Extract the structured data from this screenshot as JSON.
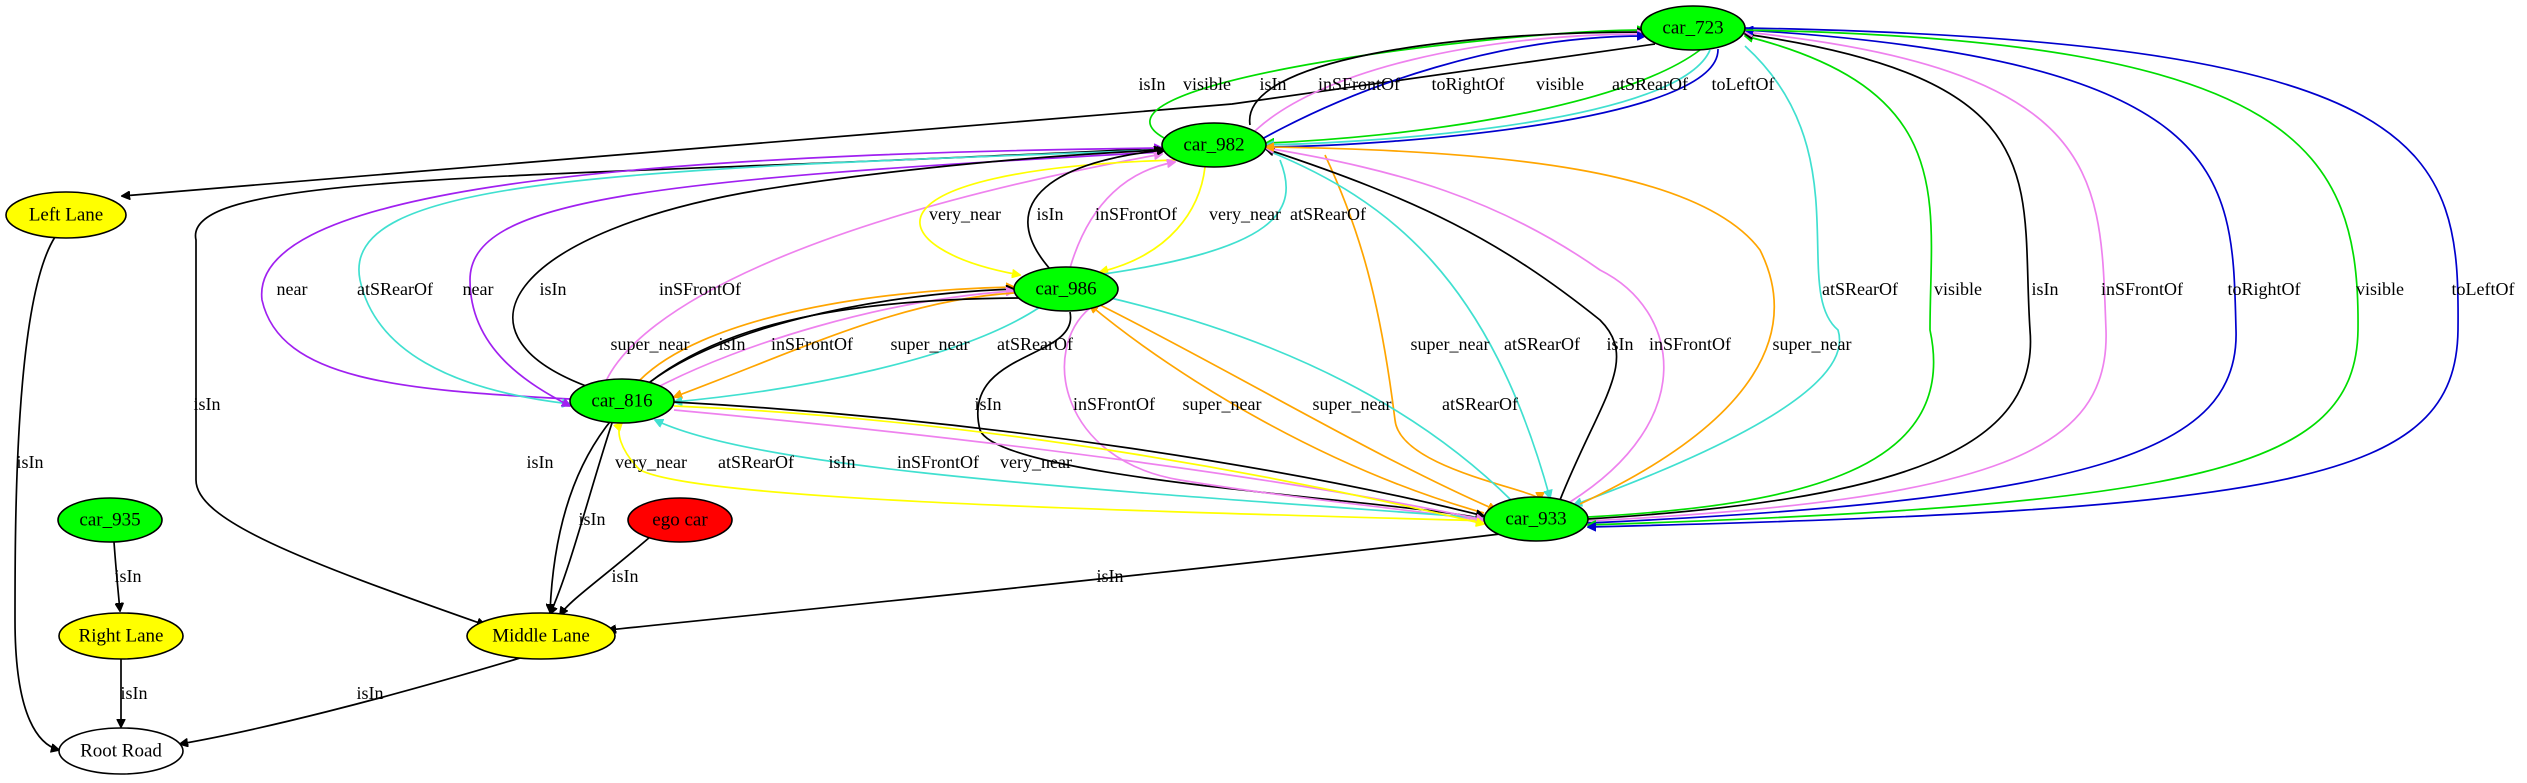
{
  "graph": {
    "nodes": [
      {
        "id": "car_723",
        "label": "car_723",
        "fill": "#00ff00"
      },
      {
        "id": "car_982",
        "label": "car_982",
        "fill": "#00ff00"
      },
      {
        "id": "car_986",
        "label": "car_986",
        "fill": "#00ff00"
      },
      {
        "id": "car_816",
        "label": "car_816",
        "fill": "#00ff00"
      },
      {
        "id": "car_933",
        "label": "car_933",
        "fill": "#00ff00"
      },
      {
        "id": "car_935",
        "label": "car_935",
        "fill": "#00ff00"
      },
      {
        "id": "ego_car",
        "label": "ego car",
        "fill": "#ff0000"
      },
      {
        "id": "left_lane",
        "label": "Left Lane",
        "fill": "#ffff00"
      },
      {
        "id": "middle_lane",
        "label": "Middle Lane",
        "fill": "#ffff00"
      },
      {
        "id": "right_lane",
        "label": "Right Lane",
        "fill": "#ffff00"
      },
      {
        "id": "root_road",
        "label": "Root Road",
        "fill": "#ffffff"
      }
    ],
    "edges": [
      {
        "from": "car_723",
        "to": "left_lane",
        "label": "isIn",
        "color": "#000000"
      },
      {
        "from": "car_982",
        "to": "car_723",
        "label": "visible",
        "color": "#00dd00"
      },
      {
        "from": "car_982",
        "to": "car_723",
        "label": "isIn",
        "color": "#000000"
      },
      {
        "from": "car_982",
        "to": "car_723",
        "label": "inSFrontOf",
        "color": "#ee82ee"
      },
      {
        "from": "car_982",
        "to": "car_723",
        "label": "toRightOf",
        "color": "#0000cd"
      },
      {
        "from": "car_723",
        "to": "car_982",
        "label": "visible",
        "color": "#00dd00"
      },
      {
        "from": "car_723",
        "to": "car_982",
        "label": "atSRearOf",
        "color": "#40e0d0"
      },
      {
        "from": "car_723",
        "to": "car_982",
        "label": "toLeftOf",
        "color": "#0000cd"
      },
      {
        "from": "car_723",
        "to": "car_933",
        "label": "atSRearOf",
        "color": "#40e0d0"
      },
      {
        "from": "car_933",
        "to": "car_723",
        "label": "visible",
        "color": "#00dd00"
      },
      {
        "from": "car_933",
        "to": "car_723",
        "label": "isIn",
        "color": "#000000"
      },
      {
        "from": "car_933",
        "to": "car_723",
        "label": "inSFrontOf",
        "color": "#ee82ee"
      },
      {
        "from": "car_933",
        "to": "car_723",
        "label": "toRightOf",
        "color": "#0000cd"
      },
      {
        "from": "car_723",
        "to": "car_933",
        "label": "visible",
        "color": "#00dd00"
      },
      {
        "from": "car_723",
        "to": "car_933",
        "label": "toLeftOf",
        "color": "#0000cd"
      },
      {
        "from": "car_982",
        "to": "middle_lane",
        "label": "isIn",
        "color": "#000000"
      },
      {
        "from": "car_816",
        "to": "car_982",
        "label": "near",
        "color": "#a020f0"
      },
      {
        "from": "car_982",
        "to": "car_816",
        "label": "atSRearOf",
        "color": "#40e0d0"
      },
      {
        "from": "car_982",
        "to": "car_816",
        "label": "near",
        "color": "#a020f0"
      },
      {
        "from": "car_816",
        "to": "car_982",
        "label": "isIn",
        "color": "#000000"
      },
      {
        "from": "car_816",
        "to": "car_982",
        "label": "inSFrontOf",
        "color": "#ee82ee"
      },
      {
        "from": "car_982",
        "to": "car_986",
        "label": "very_near",
        "color": "#ffff00"
      },
      {
        "from": "car_986",
        "to": "car_982",
        "label": "isIn",
        "color": "#000000"
      },
      {
        "from": "car_986",
        "to": "car_982",
        "label": "inSFrontOf",
        "color": "#ee82ee"
      },
      {
        "from": "car_982",
        "to": "car_986",
        "label": "very_near",
        "color": "#ffff00"
      },
      {
        "from": "car_982",
        "to": "car_986",
        "label": "atSRearOf",
        "color": "#40e0d0"
      },
      {
        "from": "car_982",
        "to": "car_933",
        "label": "super_near",
        "color": "#ffa500"
      },
      {
        "from": "car_982",
        "to": "car_933",
        "label": "atSRearOf",
        "color": "#40e0d0"
      },
      {
        "from": "car_933",
        "to": "car_982",
        "label": "isIn",
        "color": "#000000"
      },
      {
        "from": "car_933",
        "to": "car_982",
        "label": "inSFrontOf",
        "color": "#ee82ee"
      },
      {
        "from": "car_933",
        "to": "car_982",
        "label": "super_near",
        "color": "#ffa500"
      },
      {
        "from": "car_816",
        "to": "car_986",
        "label": "super_near",
        "color": "#ffa500"
      },
      {
        "from": "car_816",
        "to": "car_986",
        "label": "isIn",
        "color": "#000000"
      },
      {
        "from": "car_816",
        "to": "car_986",
        "label": "inSFrontOf",
        "color": "#ee82ee"
      },
      {
        "from": "car_986",
        "to": "car_816",
        "label": "super_near",
        "color": "#ffa500"
      },
      {
        "from": "car_986",
        "to": "car_816",
        "label": "atSRearOf",
        "color": "#40e0d0"
      },
      {
        "from": "car_986",
        "to": "middle_lane",
        "label": "isIn",
        "color": "#000000"
      },
      {
        "from": "car_986",
        "to": "car_933",
        "label": "isIn",
        "color": "#000000"
      },
      {
        "from": "car_986",
        "to": "car_933",
        "label": "inSFrontOf",
        "color": "#ee82ee"
      },
      {
        "from": "car_933",
        "to": "car_986",
        "label": "super_near",
        "color": "#ffa500"
      },
      {
        "from": "car_986",
        "to": "car_933",
        "label": "super_near",
        "color": "#ffa500"
      },
      {
        "from": "car_933",
        "to": "car_986",
        "label": "atSRearOf",
        "color": "#40e0d0"
      },
      {
        "from": "car_933",
        "to": "car_816",
        "label": "very_near",
        "color": "#ffff00"
      },
      {
        "from": "car_933",
        "to": "car_816",
        "label": "atSRearOf",
        "color": "#40e0d0"
      },
      {
        "from": "car_816",
        "to": "car_933",
        "label": "isIn",
        "color": "#000000"
      },
      {
        "from": "car_816",
        "to": "car_933",
        "label": "inSFrontOf",
        "color": "#ee82ee"
      },
      {
        "from": "car_816",
        "to": "car_933",
        "label": "very_near",
        "color": "#ffff00"
      },
      {
        "from": "car_816",
        "to": "middle_lane",
        "label": "isIn",
        "color": "#000000"
      },
      {
        "from": "car_933",
        "to": "middle_lane",
        "label": "isIn",
        "color": "#000000"
      },
      {
        "from": "ego_car",
        "to": "middle_lane",
        "label": "isIn",
        "color": "#000000"
      },
      {
        "from": "car_935",
        "to": "right_lane",
        "label": "isIn",
        "color": "#000000"
      },
      {
        "from": "left_lane",
        "to": "root_road",
        "label": "isIn",
        "color": "#000000"
      },
      {
        "from": "right_lane",
        "to": "root_road",
        "label": "isIn",
        "color": "#000000"
      },
      {
        "from": "middle_lane",
        "to": "root_road",
        "label": "isIn",
        "color": "#000000"
      }
    ]
  }
}
